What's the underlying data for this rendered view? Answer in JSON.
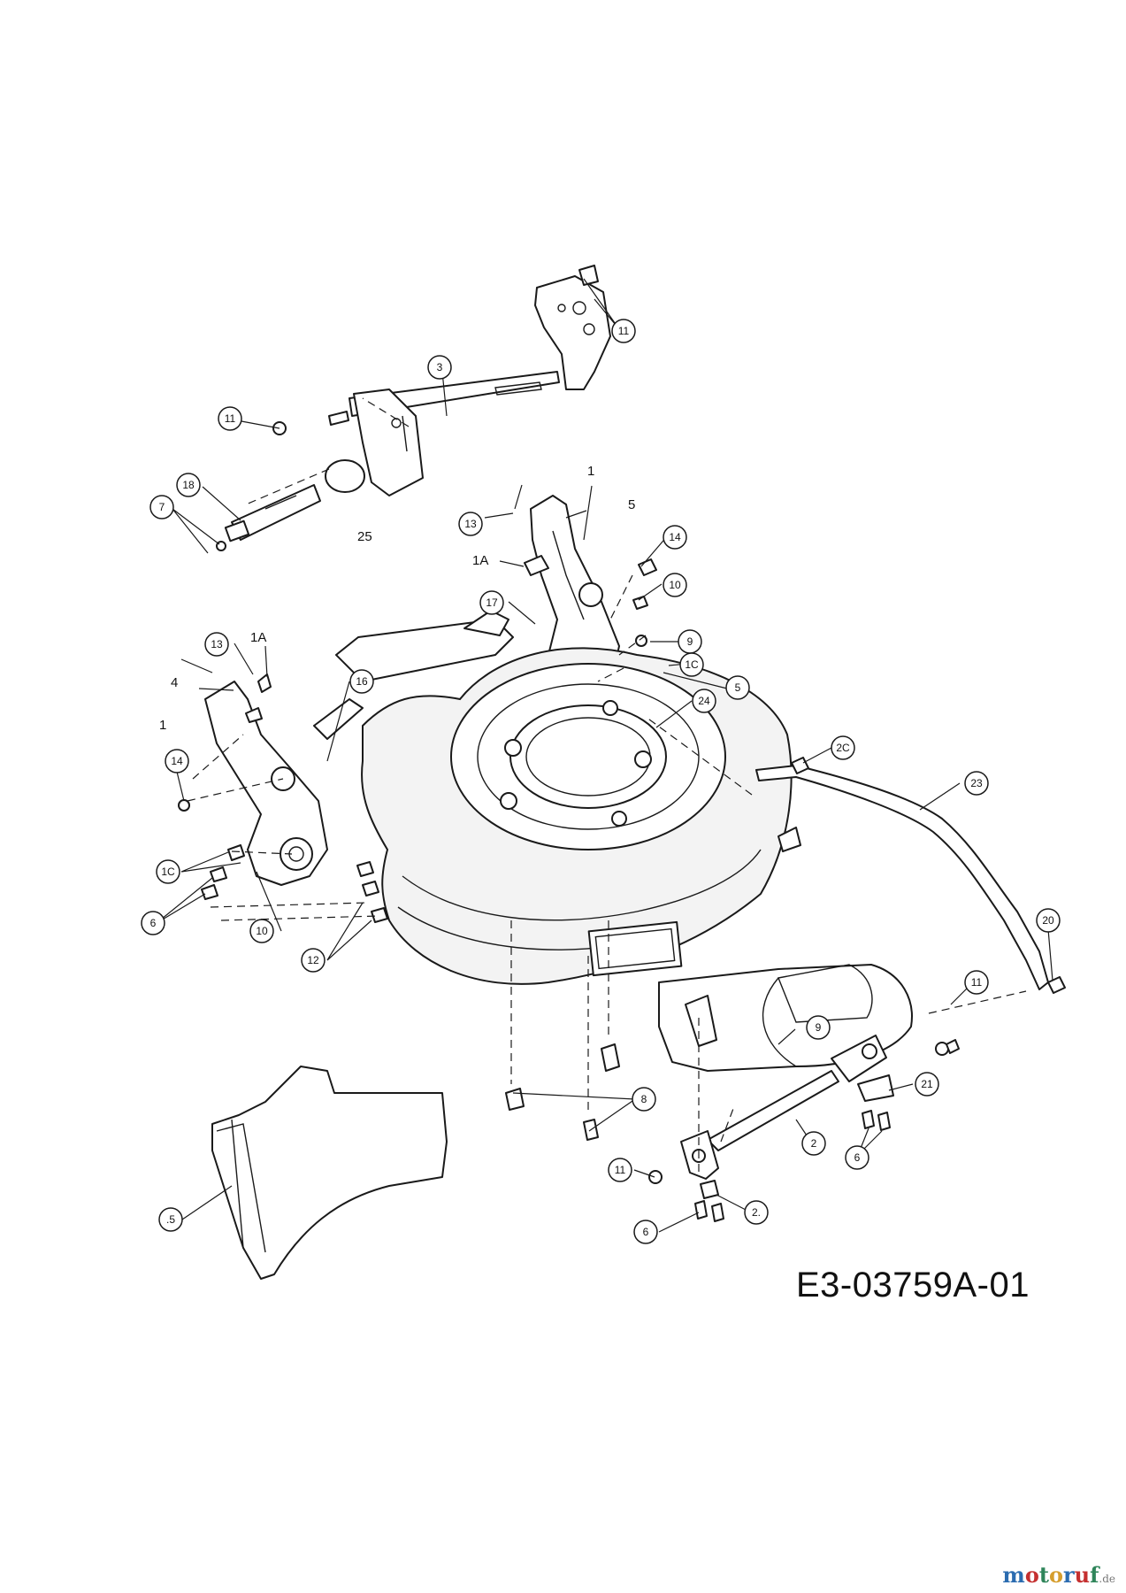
{
  "diagram": {
    "drawing_code": "E3-03759A-01",
    "callouts": [
      {
        "id": "c-11a",
        "text": "11"
      },
      {
        "id": "c-3",
        "text": "3"
      },
      {
        "id": "c-11b",
        "text": "11"
      },
      {
        "id": "c-18",
        "text": "18"
      },
      {
        "id": "c-7",
        "text": "7"
      },
      {
        "id": "c-13a",
        "text": "13"
      },
      {
        "id": "c-14a",
        "text": "14"
      },
      {
        "id": "c-10a",
        "text": "10"
      },
      {
        "id": "c-17",
        "text": "17"
      },
      {
        "id": "c-9a",
        "text": "9"
      },
      {
        "id": "c-1Ca",
        "text": "1C"
      },
      {
        "id": "c-5a",
        "text": "5"
      },
      {
        "id": "c-24",
        "text": "24"
      },
      {
        "id": "c-13b",
        "text": "13"
      },
      {
        "id": "c-16",
        "text": "16"
      },
      {
        "id": "c-20a",
        "text": "2C"
      },
      {
        "id": "c-23",
        "text": "23"
      },
      {
        "id": "c-14b",
        "text": "14"
      },
      {
        "id": "c-9b",
        "text": "9"
      },
      {
        "id": "c-1Cb",
        "text": "1C"
      },
      {
        "id": "c-6a",
        "text": "6"
      },
      {
        "id": "c-10b",
        "text": "10"
      },
      {
        "id": "c-12",
        "text": "12"
      },
      {
        "id": "c-20b",
        "text": "20"
      },
      {
        "id": "c-11c",
        "text": "11"
      },
      {
        "id": "c-8",
        "text": "8"
      },
      {
        "id": "c-21",
        "text": "21"
      },
      {
        "id": "c-2a",
        "text": "2"
      },
      {
        "id": "c-6b",
        "text": "6"
      },
      {
        "id": "c-11d",
        "text": "11"
      },
      {
        "id": "c-2b",
        "text": "2."
      },
      {
        "id": "c-6c",
        "text": "6"
      },
      {
        "id": "c-15",
        "text": ".5"
      }
    ],
    "plain_labels": [
      {
        "id": "l-25",
        "text": "25"
      },
      {
        "id": "l-1a",
        "text": "1"
      },
      {
        "id": "l-5",
        "text": "5"
      },
      {
        "id": "l-1Aa",
        "text": "1A"
      },
      {
        "id": "l-1Ab",
        "text": "1A"
      },
      {
        "id": "l-4",
        "text": "4"
      },
      {
        "id": "l-1b",
        "text": "1"
      }
    ]
  },
  "watermark": {
    "letters": [
      "m",
      "o",
      "t",
      "o",
      "r",
      "u",
      "f"
    ],
    "colors": [
      "#2b6cb0",
      "#c53030",
      "#2f855a",
      "#d69e2e",
      "#2b6cb0",
      "#c53030",
      "#2f855a"
    ],
    "domain": ".de"
  }
}
